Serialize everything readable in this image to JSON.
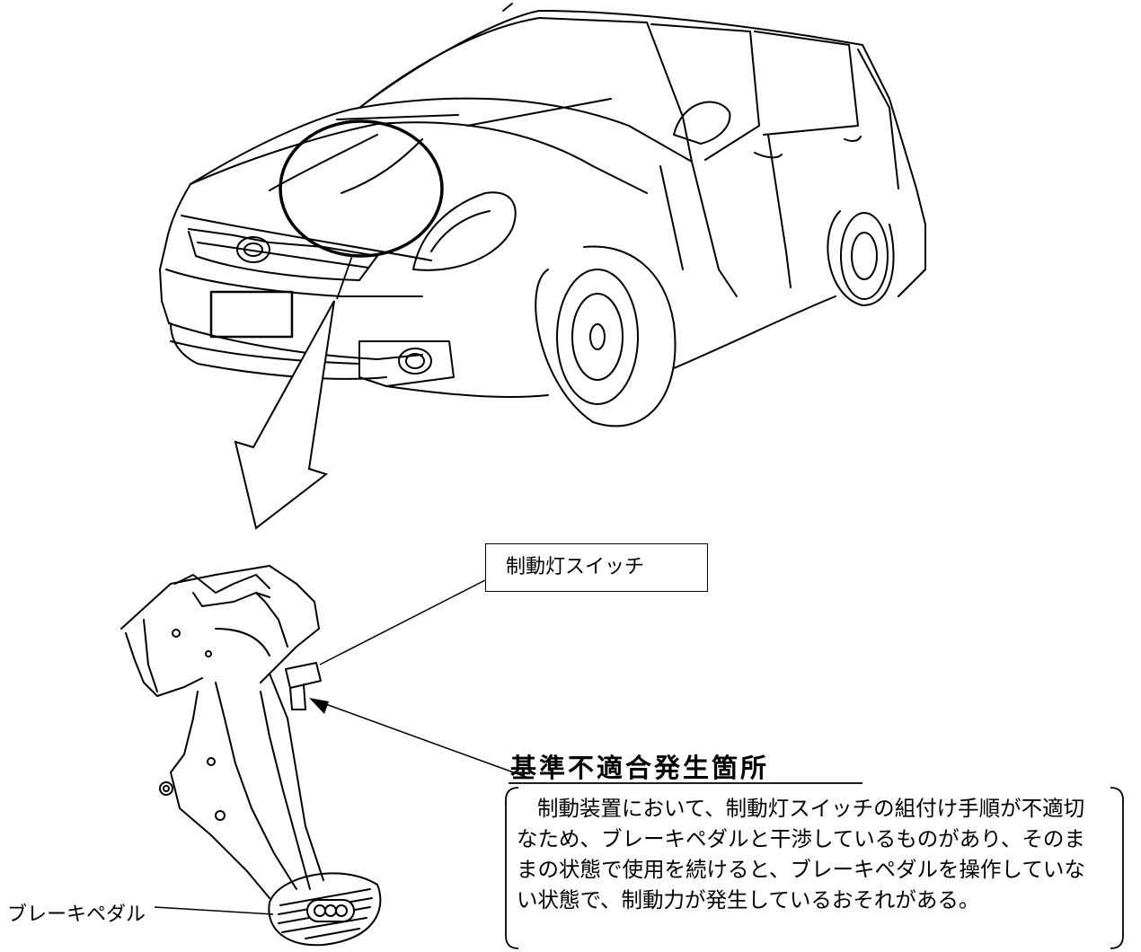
{
  "labels": {
    "stop_lamp_switch": "制動灯スイッチ",
    "brake_pedal": "ブレーキペダル",
    "nonconformity_title": "基準不適合発生箇所",
    "nonconformity_description": "制動装置において、制動灯スイッチの組付け手順が不適切なため、ブレーキペダルと干渉しているものがあり、そのままの状態で使用を続けると、ブレーキペダルを操作していない状態で、制動力が発生しているおそれがある。"
  },
  "colors": {
    "line": "#000000",
    "background": "#ffffff"
  }
}
